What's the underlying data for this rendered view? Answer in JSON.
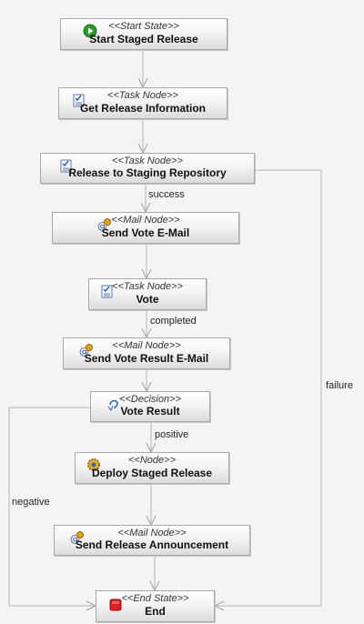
{
  "nodes": {
    "start": {
      "stereotype": "<<Start State>>",
      "name": "Start Staged Release",
      "icon": "play-icon"
    },
    "get_info": {
      "stereotype": "<<Task Node>>",
      "name": "Get Release Information",
      "icon": "task-icon"
    },
    "release": {
      "stereotype": "<<Task Node>>",
      "name": "Release to Staging Repository",
      "icon": "task-icon"
    },
    "send_vote": {
      "stereotype": "<<Mail Node>>",
      "name": "Send Vote E-Mail",
      "icon": "mail-icon"
    },
    "vote": {
      "stereotype": "<<Task Node>>",
      "name": "Vote",
      "icon": "task-icon"
    },
    "vote_result_mail": {
      "stereotype": "<<Mail Node>>",
      "name": "Send Vote Result E-Mail",
      "icon": "mail-icon"
    },
    "decision": {
      "stereotype": "<<Decision>>",
      "name": "Vote Result",
      "icon": "decision-icon"
    },
    "deploy": {
      "stereotype": "<<Node>>",
      "name": "Deploy Staged Release",
      "icon": "gear-icon"
    },
    "announce": {
      "stereotype": "<<Mail Node>>",
      "name": "Send Release Announcement",
      "icon": "mail-icon"
    },
    "end": {
      "stereotype": "<<End State>>",
      "name": "End",
      "icon": "stop-icon"
    }
  },
  "edges": {
    "success": "success",
    "completed": "completed",
    "positive": "positive",
    "negative": "negative",
    "failure": "failure"
  },
  "colors": {
    "start_green": "#2e9a2e",
    "end_red": "#d82020",
    "edge_grey": "#b5b5b5"
  }
}
